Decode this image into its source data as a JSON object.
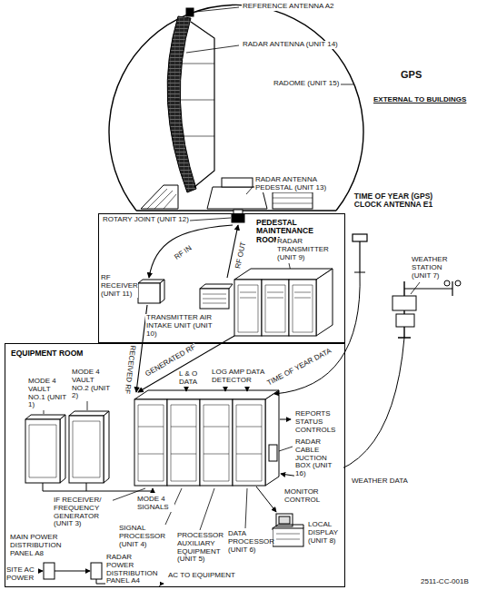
{
  "diagram": {
    "nodes": [
      {
        "text": [
          "PEDESTAL MAINTENANCE ROOM"
        ]
      },
      {
        "text": [
          "EQUIPMENT ROOM"
        ]
      }
    ],
    "labels": [
      "REFERENCE ANTENNA A2",
      "RADAR ANTENNA (UNIT 14)",
      "RADOME (UNIT 15)",
      "RADAR ANTENNA PEDESTAL (UNIT 13)",
      "GPS",
      "EXTERNAL TO BUILDINGS",
      "ROTARY JOINT (UNIT 12)",
      "RF IN",
      "RF OUT",
      "RADAR TRANSMITTER (UNIT 9)",
      "TIME OF YEAR (GPS) CLOCK ANTENNA E1",
      "WEATHER STATION (UNIT 7)",
      "RF RECEIVER (UNIT 11)",
      "TRANSMITTER AIR INTAKE UNIT (UNIT 10)",
      "RECEIVED RF",
      "GENERATED RF",
      "MODE 4 VAULT NO.2 (UNIT 2)",
      "MODE 4 VAULT NO.1 (UNIT 1)",
      "L & O DATA",
      "LOG AMP DATA DETECTOR",
      "TIME OF YEAR DATA",
      "REPORTS STATUS CONTROLS",
      "RADAR CABLE JUCTION BOX (UNIT 16)",
      "WEATHER DATA",
      "MONITOR CONTROL",
      "LOCAL DISPLAY (UNIT 8)",
      "IF RECEIVER/ FREQUENCY GENERATOR (UNIT 3)",
      "MODE 4 SIGNALS",
      "SIGNAL PROCESSOR (UNIT 4)",
      "PROCESSOR AUXILIARY EQUIPMENT (UNIT 5)",
      "DATA PROCESSOR (UNIT 6)",
      "MAIN POWER DISTRIBUTION PANEL A8",
      "RADAR POWER DISTRIBUTION PANEL A4",
      "SITE AC POWER",
      "AC TO EQUIPMENT",
      "2511-CC-001B"
    ]
  }
}
